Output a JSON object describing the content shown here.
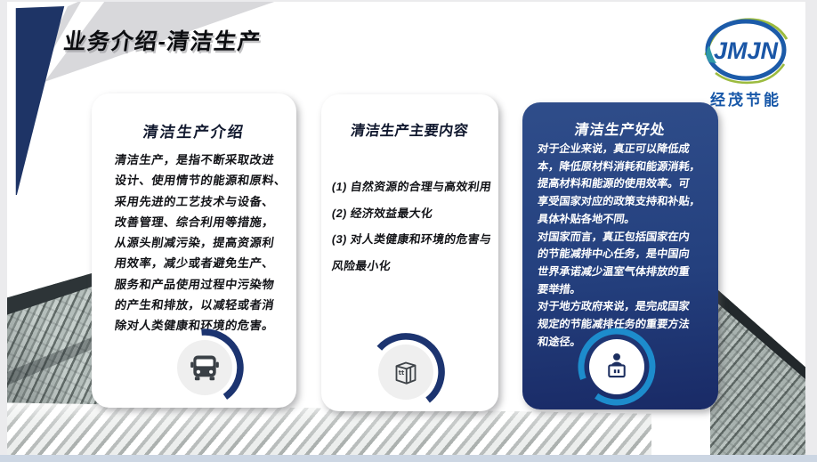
{
  "slide": {
    "title": "业务介绍-清洁生产",
    "logo": {
      "text": "JMJN",
      "subtitle": "经茂节能"
    },
    "cards": [
      {
        "title": "清洁生产介绍",
        "body": "清洁生产，是指不断采取改进\n设计、使用情节的能源和原料、\n采用先进的工艺技术与设备、\n改善管理、综合利用等措施，\n从源头削减污染，提高资源利\n用效率，减少或者避免生产、\n服务和产品使用过程中污染物\n的产生和排放，以减轻或者消\n除对人类健康和环境的危害。",
        "icon": "bus-icon"
      },
      {
        "title": "清洁生产主要内容",
        "body": "(1) 自然资源的合理与高效利用\n(2) 经济效益最大化\n(3) 对人类健康和环境的危害与\n风险最小化",
        "icon": "box-icon"
      },
      {
        "title": "清洁生产好处",
        "body": "对于企业来说，真正可以降低成\n本，降低原材料消耗和能源消耗，\n提高材料和能源的使用效率。可\n享受国家对应的政策支持和补贴，\n具体补贴各地不同。\n对国家而言，真正包括国家在内\n的节能减排中心任务，是中国向\n世界承诺减少温室气体排放的重\n要举措。\n对于地方政府来说，是完成国家\n规定的节能减排任务的重要方法\n和途径。",
        "icon": "speaker-icon"
      }
    ],
    "colors": {
      "navy": "#1e3466",
      "card_blue_top": "#2f4d8a",
      "card_blue_bottom": "#192a66",
      "arc_dark": "#1c3470",
      "arc_bright": "#1d8ccc",
      "logo_blue": "#1a57a8",
      "logo_green": "#9cbb3f"
    }
  }
}
